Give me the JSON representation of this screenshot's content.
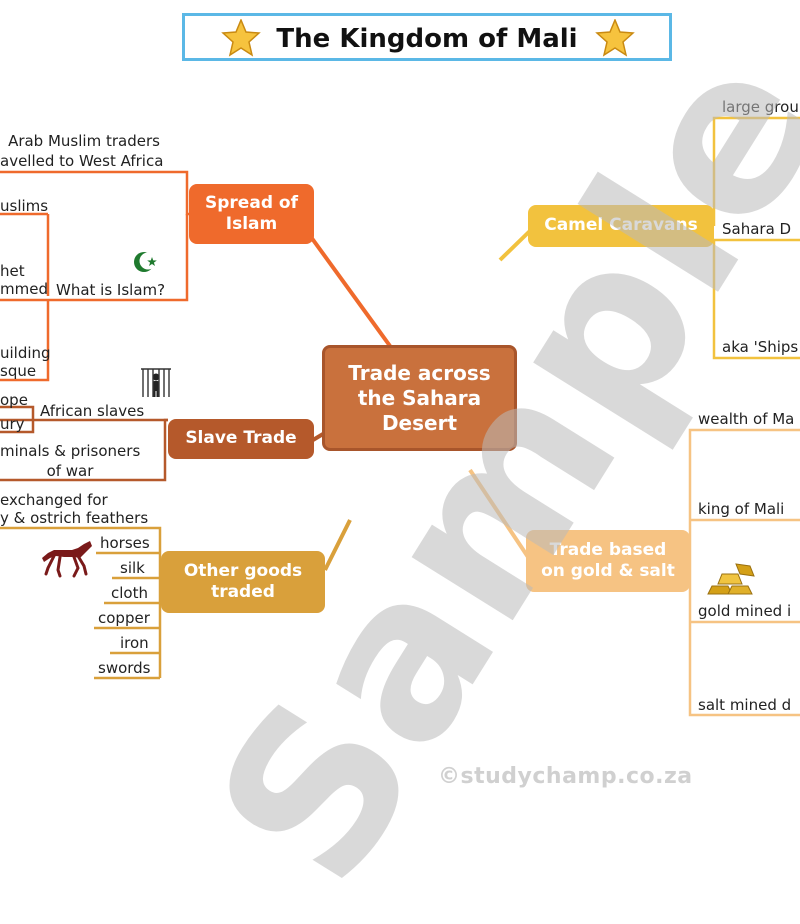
{
  "title": "The Kingdom of Mali",
  "watermark": "Sample",
  "footer": "©studychamp.co.za",
  "colors": {
    "title_border": "#5bb8e6",
    "center": "#c9713d",
    "spread": "#ef6a2c",
    "slave": "#b5592b",
    "other": "#d9a03b",
    "camel": "#f2c23e",
    "trade": "#f6c383",
    "star": "#f6c33e",
    "crescent": "#1f7a2e",
    "horse": "#7a1a1a",
    "gold": "#d4a017"
  },
  "center": {
    "line1": "Trade across",
    "line2": "the Sahara",
    "line3": "Desert"
  },
  "branches": {
    "spread": {
      "line1": "Spread of",
      "line2": "Islam"
    },
    "slave": "Slave Trade",
    "other": {
      "line1": "Other goods",
      "line2": "traded"
    },
    "camel": "Camel Caravans",
    "trade": {
      "line1": "Trade based",
      "line2": "on gold & salt"
    }
  },
  "spread_labels": {
    "arab1": "Arab Muslim traders",
    "arab2": "avelled to West Africa",
    "muslims": "uslims",
    "prophet1": "het",
    "prophet2": "mmed",
    "what_islam": "What is Islam?",
    "building": "uilding",
    "mosque": "sque"
  },
  "slave_labels": {
    "african_slaves": "African slaves",
    "europe": "ope",
    "luxury": "ury",
    "criminals1": "minals & prisoners",
    "criminals2": "of war"
  },
  "other_labels": {
    "exchanged1": "exchanged for",
    "exchanged2": "y & ostrich feathers",
    "items": [
      "horses",
      "silk",
      "cloth",
      "copper",
      "iron",
      "swords"
    ]
  },
  "camel_labels": {
    "large_groups": "large grou",
    "sahara": "Sahara D",
    "ships": "aka 'Ships"
  },
  "trade_labels": {
    "wealth": "wealth of Ma",
    "king": "king of Mali",
    "gold_mined": "gold mined i",
    "salt_mined": "salt mined d"
  }
}
